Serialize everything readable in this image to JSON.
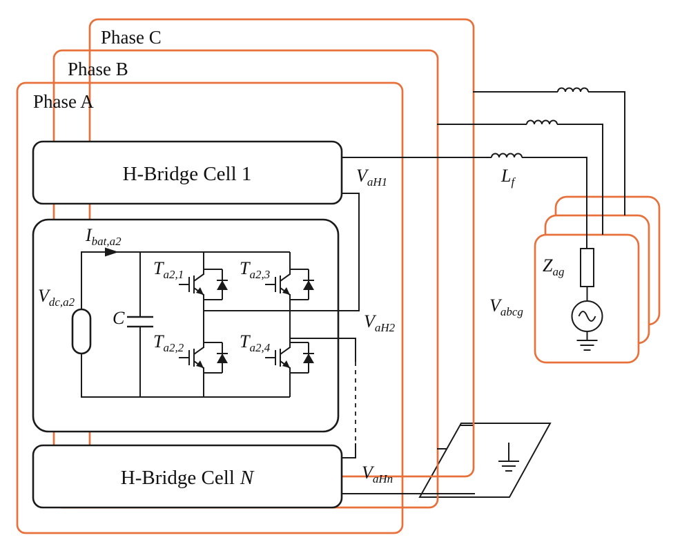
{
  "colors": {
    "phase_box_stroke": "#E8703A",
    "ink": "#1A1A1A",
    "background": "#FFFFFF"
  },
  "phases": [
    {
      "label": "Phase C"
    },
    {
      "label": "Phase B"
    },
    {
      "label": "Phase A"
    }
  ],
  "cells": {
    "cell1_label": "H-Bridge Cell 1",
    "cellN_prefix": "H-Bridge Cell",
    "cellN_suffix": "N"
  },
  "hbridge_detail": {
    "dc_source": {
      "main": "V",
      "sub": "dc,a2"
    },
    "battery_current": {
      "main": "I",
      "sub": "bat,a2"
    },
    "capacitor": "C",
    "transistors": [
      {
        "main": "T",
        "sub": "a2,1"
      },
      {
        "main": "T",
        "sub": "a2,3"
      },
      {
        "main": "T",
        "sub": "a2,2"
      },
      {
        "main": "T",
        "sub": "a2,4"
      }
    ]
  },
  "cell_outputs": [
    {
      "main": "V",
      "sub": "aH1"
    },
    {
      "main": "V",
      "sub": "aH2"
    },
    {
      "main": "V",
      "sub": "aHn"
    }
  ],
  "ac_side": {
    "filter_inductor": {
      "main": "L",
      "sub": "f"
    },
    "grid_impedance": {
      "main": "Z",
      "sub": "ag"
    },
    "grid_voltage": {
      "main": "V",
      "sub": "abcg"
    }
  }
}
